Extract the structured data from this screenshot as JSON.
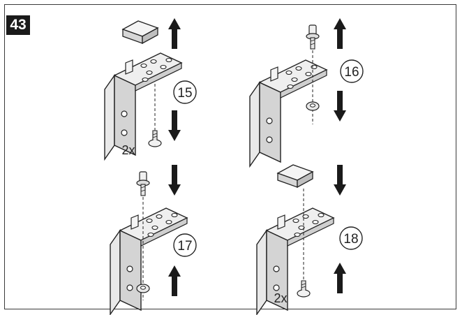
{
  "step_number": "43",
  "panels": [
    {
      "label": "15",
      "quantity": "2x"
    },
    {
      "label": "16"
    },
    {
      "label": "17"
    },
    {
      "label": "18",
      "quantity": "2x"
    }
  ]
}
